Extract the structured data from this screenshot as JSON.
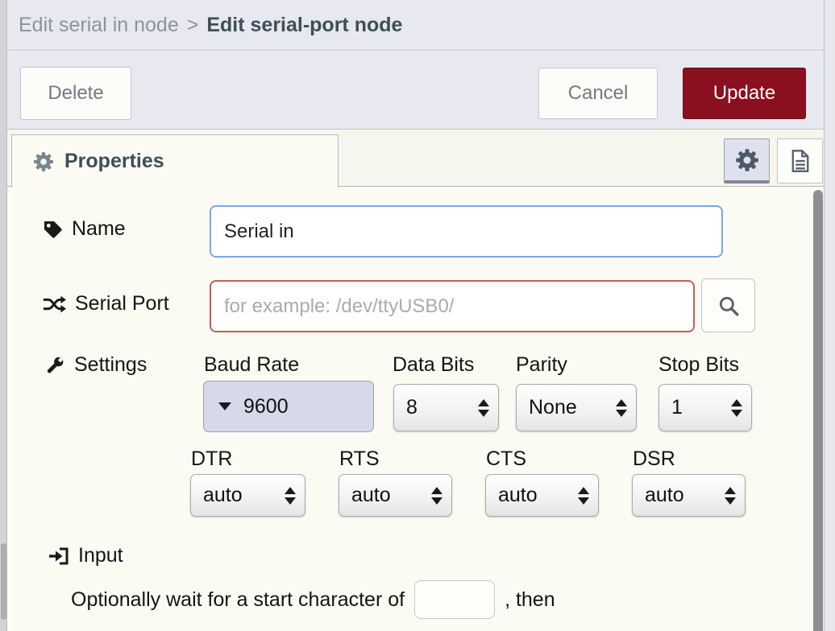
{
  "header": {
    "breadcrumb_parent": "Edit serial in node",
    "separator": ">",
    "breadcrumb_current": "Edit serial-port node"
  },
  "toolbar": {
    "delete_label": "Delete",
    "cancel_label": "Cancel",
    "update_label": "Update"
  },
  "tabs": {
    "properties_label": "Properties"
  },
  "icons": {
    "properties_tab": "cog-icon",
    "node_settings_button": "cog-icon",
    "node_description_button": "file-text-icon",
    "name_field": "tag-icon",
    "serial_port_field": "shuffle-icon",
    "settings_section": "wrench-icon",
    "input_section": "sign-in-icon",
    "search_button": "magnifier-icon",
    "baud_dropdown": "caret-down-icon",
    "selects": "up-down-arrows-icon"
  },
  "colors": {
    "primary_button": "#8b101f",
    "focus_border": "#7aa8e6",
    "error_border": "#c25f58",
    "header_bg": "#e8e8f0",
    "form_bg": "#fbfbf4"
  },
  "form": {
    "name": {
      "label": "Name",
      "value": "Serial in"
    },
    "serial_port": {
      "label": "Serial Port",
      "placeholder": "for example: /dev/ttyUSB0/"
    },
    "settings": {
      "label": "Settings",
      "baud_rate": {
        "label": "Baud Rate",
        "value": "9600"
      },
      "data_bits": {
        "label": "Data Bits",
        "value": "8"
      },
      "parity": {
        "label": "Parity",
        "value": "None"
      },
      "stop_bits": {
        "label": "Stop Bits",
        "value": "1"
      },
      "dtr": {
        "label": "DTR",
        "value": "auto"
      },
      "rts": {
        "label": "RTS",
        "value": "auto"
      },
      "cts": {
        "label": "CTS",
        "value": "auto"
      },
      "dsr": {
        "label": "DSR",
        "value": "auto"
      }
    },
    "input_section": {
      "label": "Input",
      "sentence_before": "Optionally wait for a start character of",
      "start_char_value": "",
      "sentence_after": ", then"
    }
  }
}
